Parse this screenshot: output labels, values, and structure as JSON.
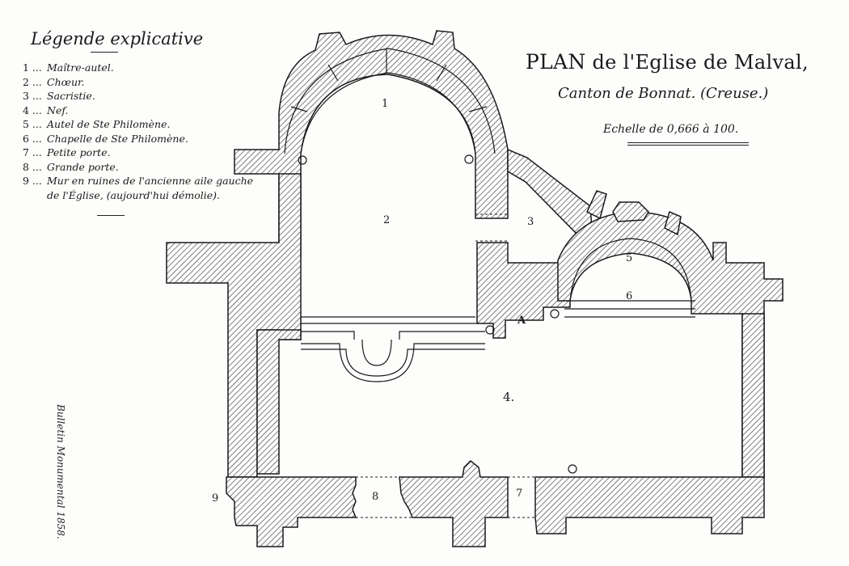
{
  "legend": {
    "title": "Légende explicative",
    "items": [
      {
        "num": "1 ...",
        "text": "Maître-autel."
      },
      {
        "num": "2 ...",
        "text": "Chœur."
      },
      {
        "num": "3 ...",
        "text": "Sacristie."
      },
      {
        "num": "4 ...",
        "text": "Nef."
      },
      {
        "num": "5 ...",
        "text": "Autel de Ste Philomène."
      },
      {
        "num": "6 ...",
        "text": "Chapelle de Ste Philomène."
      },
      {
        "num": "7 ...",
        "text": "Petite porte."
      },
      {
        "num": "8 ...",
        "text": "Grande porte."
      },
      {
        "num": "9 ...",
        "text": "Mur en ruines de l'ancienne aile gauche de l'Église, (aujourd'hui démolie)."
      }
    ]
  },
  "title": {
    "main_prefix": "PLAN",
    "main_rest": " de l'Eglise de Malval,",
    "subtitle": "Canton de Bonnat. (Creuse.)",
    "scale": "Echelle de 0,666 à 100."
  },
  "side_note": "Bulletin Monumental 1858.",
  "labels": {
    "l1": "1",
    "l2": "2",
    "l3": "3",
    "l4": "4.",
    "l5": "5",
    "l6": "6",
    "l7": "7",
    "l8": "8",
    "l9": "9",
    "lA": "A"
  },
  "colors": {
    "ink": "#1a1a1a",
    "paper": "#fdfdfb",
    "hatch": "#3a3a3a"
  }
}
